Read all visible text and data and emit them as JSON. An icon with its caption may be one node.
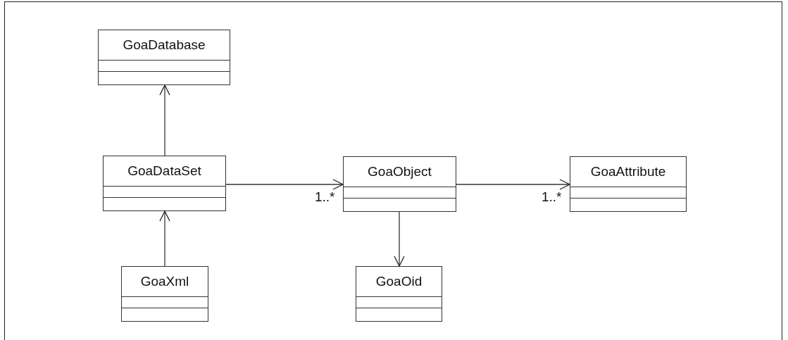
{
  "diagram": {
    "nodes": [
      {
        "text": [
          "GoaDatabase"
        ]
      },
      {
        "text": [
          "GoaDataSet"
        ]
      },
      {
        "text": [
          "GoaObject"
        ]
      },
      {
        "text": [
          "GoaAttribute"
        ]
      },
      {
        "text": [
          "GoaXml"
        ]
      },
      {
        "text": [
          "GoaOid"
        ]
      }
    ],
    "edges": [
      {
        "from": 1,
        "to": 0,
        "arrow": "to"
      },
      {
        "from": 4,
        "to": 1,
        "arrow": "to"
      },
      {
        "from": 1,
        "to": 2,
        "arrow": "to",
        "label": "1..*"
      },
      {
        "from": 2,
        "to": 3,
        "arrow": "to",
        "label": "1..*"
      },
      {
        "from": 2,
        "to": 5,
        "arrow": "to"
      }
    ]
  }
}
